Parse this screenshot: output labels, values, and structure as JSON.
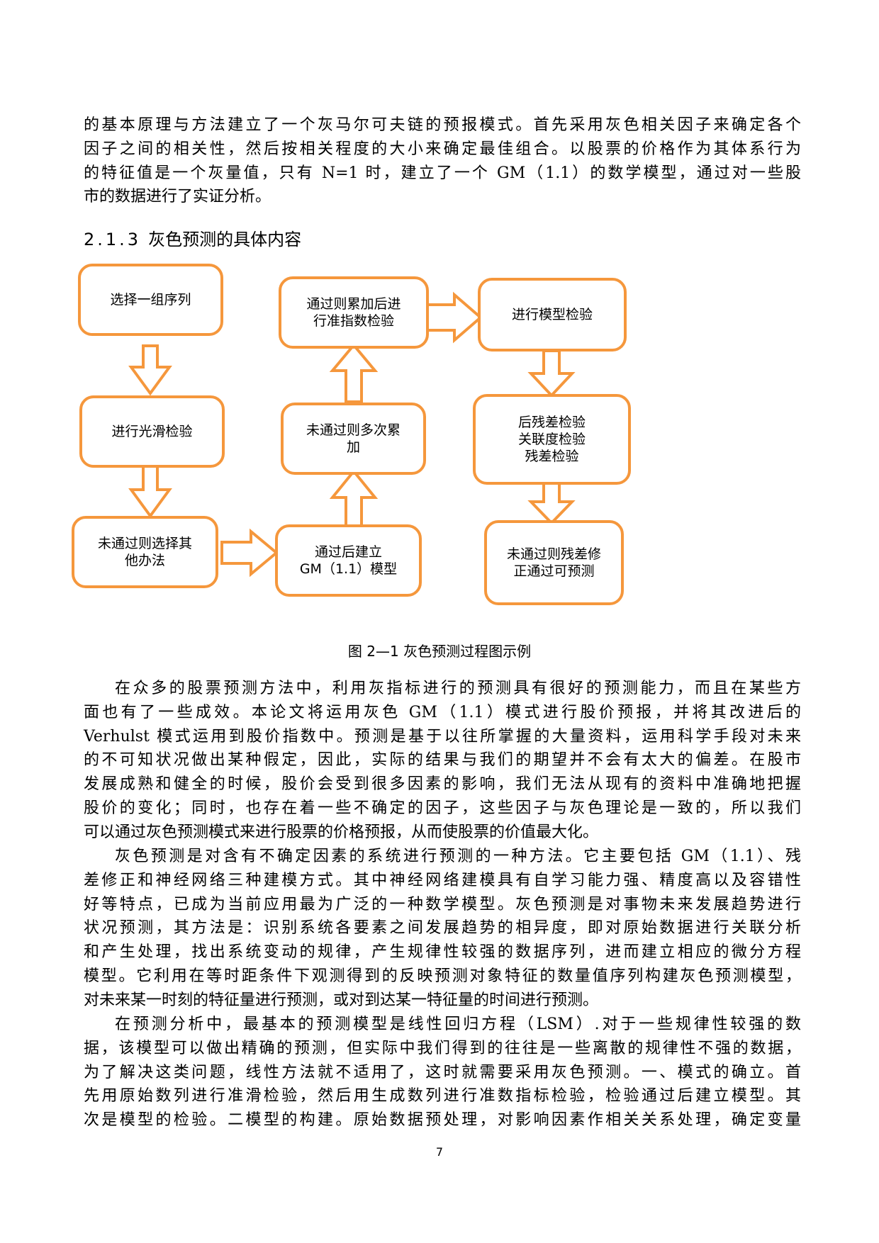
{
  "intro_lines": [
    "的基本原理与方法建立了一个灰马尔可夫链的预报模式。首先采用灰色相关因子来确定各个",
    "因子之间的相关性，然后按相关程度的大小来确定最佳组合。以股票的价格作为其体系行为",
    "的特征值是一个灰量值，只有 N=1 时，建立了一个 GM（1.1）的数学模型，通过对一些股",
    "市的数据进行了实证分析。"
  ],
  "section": {
    "number": "2.1.3",
    "title": "灰色预测的具体内容"
  },
  "flowchart": {
    "boxes": {
      "b1": [
        "选择一组序列"
      ],
      "b2": [
        "进行光滑检验"
      ],
      "b3": [
        "未通过则选择其",
        "他办法"
      ],
      "b4": [
        "通过后建立",
        "GM（1.1）模型"
      ],
      "b5": [
        "未通过则多次累",
        "加"
      ],
      "b6": [
        "通过则累加后进",
        "行准指数检验"
      ],
      "b7": [
        "进行模型检验"
      ],
      "b8": [
        "后残差检验",
        "关联度检验",
        "残差检验"
      ],
      "b9": [
        "未通过则残差修",
        "正通过可预测"
      ]
    },
    "accent_color": "#f5973c"
  },
  "caption": "图 2—1 灰色预测过程图示例",
  "paragraphs": [
    [
      "在众多的股票预测方法中，利用灰指标进行的预测具有很好的预测能力，而且在某些方",
      "面也有了一些成效。本论文将运用灰色 GM（1.1）模式进行股价预报，并将其改进后的",
      "Verhulst 模式运用到股价指数中。预测是基于以往所掌握的大量资料，运用科学手段对未来",
      "的不可知状况做出某种假定，因此，实际的结果与我们的期望并不会有太大的偏差。在股市",
      "发展成熟和健全的时候，股价会受到很多因素的影响，我们无法从现有的资料中准确地把握",
      "股价的变化；同时，也存在着一些不确定的因子，这些因子与灰色理论是一致的，所以我们",
      "可以通过灰色预测模式来进行股票的价格预报，从而使股票的价值最大化。"
    ],
    [
      "灰色预测是对含有不确定因素的系统进行预测的一种方法。它主要包括 GM（1.1）、残",
      "差修正和神经网络三种建模方式。其中神经网络建模具有自学习能力强、精度高以及容错性",
      "好等特点，已成为当前应用最为广泛的一种数学模型。灰色预测是对事物未来发展趋势进行",
      "状况预测，其方法是：识别系统各要素之间发展趋势的相异度，即对原始数据进行关联分析",
      "和产生处理，找出系统变动的规律，产生规律性较强的数据序列，进而建立相应的微分方程",
      "模型。它利用在等时距条件下观测得到的反映预测对象特征的数量值序列构建灰色预测模型，",
      "对未来某一时刻的特征量进行预测，或对到达某一特征量的时间进行预测。"
    ],
    [
      "在预测分析中，最基本的预测模型是线性回归方程（LSM）.对于一些规律性较强的数",
      "据，该模型可以做出精确的预测，但实际中我们得到的往往是一些离散的规律性不强的数据，",
      "为了解决这类问题，线性方法就不适用了，这时就需要采用灰色预测。一、模式的确立。首",
      "先用原始数列进行准滑检验，然后用生成数列进行准数指标检验，检验通过后建立模型。其",
      "次是模型的检验。二模型的构建。原始数据预处理，对影响因素作相关关系处理，确定变量"
    ]
  ],
  "page_number": "7"
}
